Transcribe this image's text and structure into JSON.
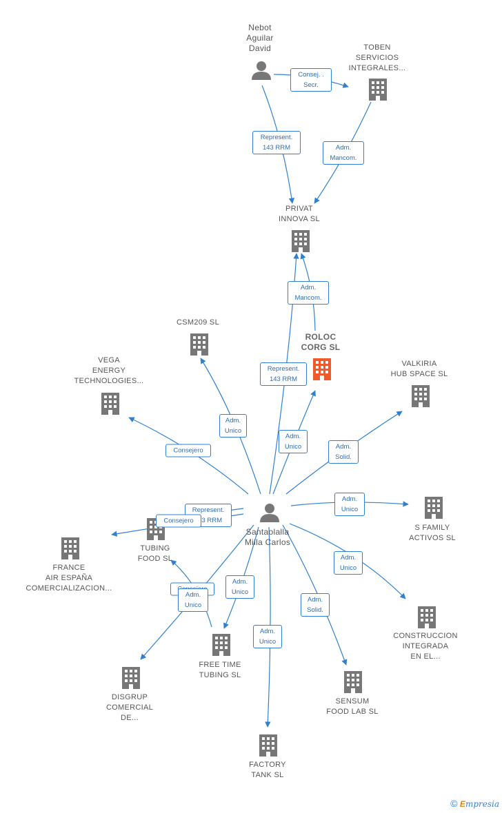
{
  "nodes": {
    "nebot": {
      "label": "Nebot\nAguilar\nDavid",
      "type": "person"
    },
    "toben": {
      "label": "TOBEN\nSERVICIOS\nINTEGRALES...",
      "type": "company"
    },
    "privat": {
      "label": "PRIVAT\nINNOVA  SL",
      "type": "company"
    },
    "csm209": {
      "label": "CSM209 SL",
      "type": "company"
    },
    "roloc": {
      "label": "ROLOC\nCORG  SL",
      "type": "main"
    },
    "vega": {
      "label": "VEGA\nENERGY\nTECHNOLOGIES...",
      "type": "company"
    },
    "valkiria": {
      "label": "VALKIRIA\nHUB SPACE SL",
      "type": "company"
    },
    "santaolalla": {
      "label": "Santaolalla\nMilla Carlos",
      "type": "person"
    },
    "sfamily": {
      "label": "S FAMILY\nACTIVOS  SL",
      "type": "company"
    },
    "tubing": {
      "label": "TUBING\nFOOD SL",
      "type": "company"
    },
    "france": {
      "label": "FRANCE\nAIR ESPAÑA\nCOMERCIALIZACION...",
      "type": "company"
    },
    "construccion": {
      "label": "CONSTRUCCION\nINTEGRADA\nEN EL...",
      "type": "company"
    },
    "disgrup": {
      "label": "DISGRUP\nCOMERCIAL\nDE...",
      "type": "company"
    },
    "freetime": {
      "label": "FREE TIME\nTUBING  SL",
      "type": "company"
    },
    "sensum": {
      "label": "SENSUM\nFOOD LAB  SL",
      "type": "company"
    },
    "factory": {
      "label": "FACTORY\nTANK  SL",
      "type": "company"
    }
  },
  "edges": [
    {
      "id": "e-nebot-toben",
      "label": "Consej. .\nSecr."
    },
    {
      "id": "e-nebot-privat",
      "label": "Represent.\n143 RRM"
    },
    {
      "id": "e-toben-privat",
      "label": "Adm.\nMancom."
    },
    {
      "id": "e-roloc-privat",
      "label": "Adm.\nMancom."
    },
    {
      "id": "e-sant-privat",
      "label": "Represent.\n143 RRM"
    },
    {
      "id": "e-sant-csm209",
      "label": "Adm.\nUnico"
    },
    {
      "id": "e-sant-roloc",
      "label": "Adm.\nUnico"
    },
    {
      "id": "e-sant-vega",
      "label": "Consejero"
    },
    {
      "id": "e-sant-valkiria",
      "label": "Adm.\nSolid."
    },
    {
      "id": "e-sant-sfamily",
      "label": "Adm.\nUnico"
    },
    {
      "id": "e-sant-tubing-rep",
      "label": "Represent.\n143 RRM"
    },
    {
      "id": "e-sant-france",
      "label": "Consejero"
    },
    {
      "id": "e-sant-construccion",
      "label": "Adm.\nUnico"
    },
    {
      "id": "e-sant-tubing",
      "label": "Consejero"
    },
    {
      "id": "e-sant-disgrup",
      "label": "Adm.\nUnico"
    },
    {
      "id": "e-sant-freetime",
      "label": "Adm.\nUnico"
    },
    {
      "id": "e-sant-sensum",
      "label": "Adm.\nSolid."
    },
    {
      "id": "e-sant-factory",
      "label": "Adm.\nUnico"
    }
  ],
  "colors": {
    "edge": "#2f80d1",
    "building": "#777777",
    "main_building": "#f0592a",
    "person": "#777777"
  },
  "footer": {
    "copyright": "©",
    "brand_e": "E",
    "brand_rest": "mpresia"
  }
}
